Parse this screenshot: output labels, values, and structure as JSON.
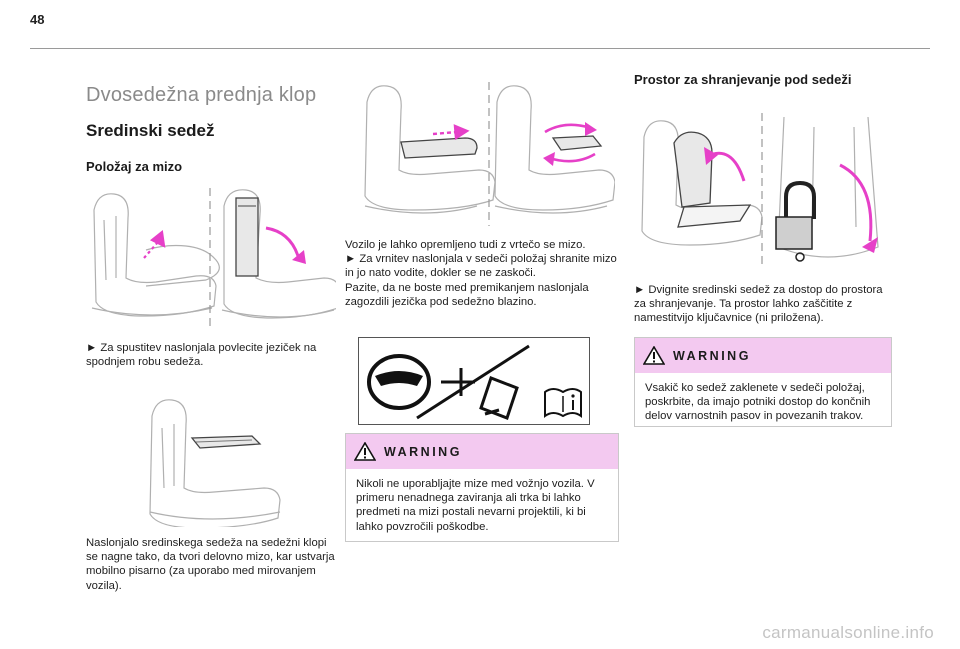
{
  "page": {
    "number": "48"
  },
  "title": "Dvosedežna prednja klop",
  "left": {
    "subtitle": "Sredinski sedež",
    "section_title": "Položaj za mizo",
    "instruction": "► Za spustitev naslonjala povlecite jeziček na spodnjem robu sedeža.",
    "description": "Naslonjalo sredinskega sedeža na sedežni klopi se nagne tako, da tvori delovno mizo, kar ustvarja mobilno pisarno (za uporabo med mirovanjem vozila)."
  },
  "middle": {
    "text": "Vozilo je lahko opremljeno tudi z vrtečo se mizo.\n► Za vrnitev naslonjala v sedeči položaj shranite mizo in jo nato vodite, dokler se ne zaskoči.\nPazite, da ne boste med premikanjem naslonjala zagozdili jezička pod sedežno blazino.",
    "warning_title": "WARNING",
    "warning_text": "Nikoli ne uporabljajte mize med vožnjo vozila. V primeru nenadnega zaviranja ali trka bi lahko predmeti na mizi postali nevarni projektili, ki bi lahko povzročili poškodbe."
  },
  "right": {
    "section_title": "Prostor za shranjevanje pod sedeži",
    "instruction": "► Dvignite sredinski sedež za dostop do prostora za shranjevanje. Ta prostor lahko zaščitite z namestitvijo ključavnice (ni priložena).",
    "warning_title": "WARNING",
    "warning_text": "Vsakič ko sedež zaklenete v sedeči položaj, poskrbite, da imajo potniki dostop do končnih delov varnostnih pasov in povezanih trakov."
  },
  "watermark": "carmanualsonline.info",
  "colors": {
    "accent_arrow": "#e640c8",
    "warning_header": "#f3c9f0",
    "rule": "#9a9a9a"
  },
  "icons": [
    "warning-triangle-icon",
    "steering-wheel-icon",
    "info-book-icon",
    "padlock-icon"
  ]
}
